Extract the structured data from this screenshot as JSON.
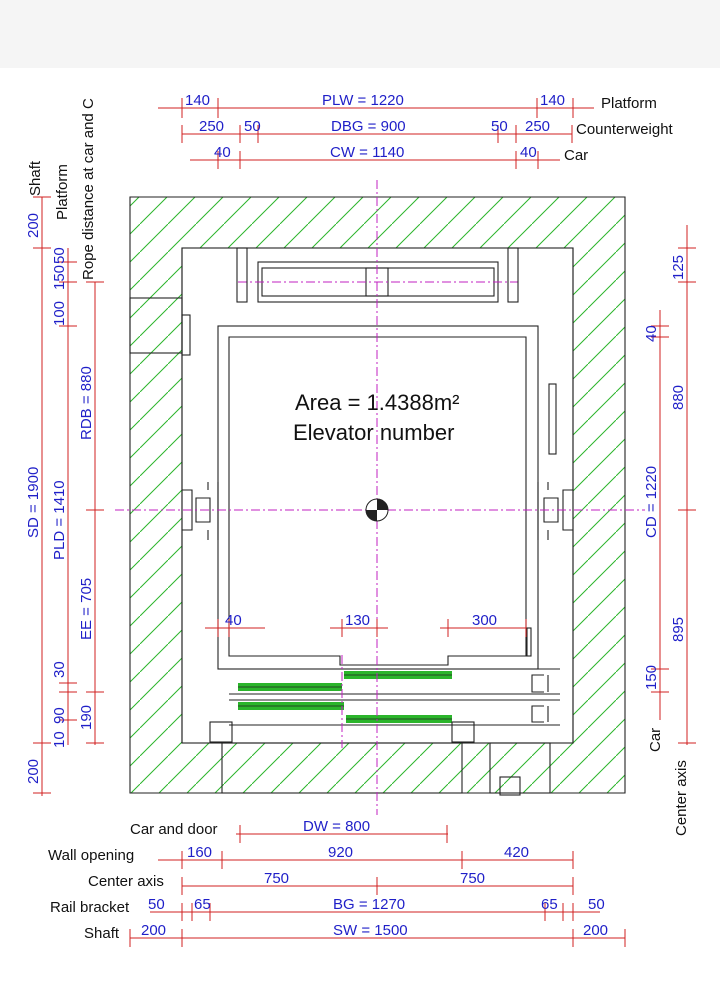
{
  "colors": {
    "dimension_text": "#1f1fc8",
    "dimension_line": "#d02020",
    "center_line": "#c020c0",
    "hatch": "#2bb52b",
    "door_panel": "#2bb52b"
  },
  "center": {
    "area": "Area = 1.4388m²",
    "elevator": "Elevator number"
  },
  "top": {
    "row1": {
      "a": "140",
      "b": "PLW = 1220",
      "c": "140",
      "label": "Platform"
    },
    "row2": {
      "a": "250",
      "b": "50",
      "c": "DBG = 900",
      "d": "50",
      "e": "250",
      "label": "Counterweight"
    },
    "row3": {
      "a": "40",
      "b": "CW = 1140",
      "c": "40",
      "label": "Car"
    }
  },
  "left": {
    "shaft_label": "Shaft",
    "platform_label": "Platform",
    "rope_label": "Rope distance at car and C",
    "sd": "SD = 1900",
    "pld": "PLD = 1410",
    "rdb": "RDB = 880",
    "ee": "EE = 705",
    "s200a": "200",
    "s200b": "200",
    "p50": "50",
    "p150": "150",
    "p100": "100",
    "p30": "30",
    "p10": "10",
    "p90": "90",
    "p190": "190"
  },
  "right": {
    "r125": "125",
    "r40": "40",
    "r880": "880",
    "cd": "CD = 1220",
    "r895": "895",
    "r150": "150",
    "car_label": "Car",
    "center_label": "Center axis"
  },
  "inner": {
    "d40": "40",
    "d130": "130",
    "d300": "300"
  },
  "bottom": {
    "car_door": {
      "label": "Car and door",
      "dw": "DW = 800"
    },
    "wall_opening": {
      "label": "Wall opening",
      "a": "160",
      "b": "920",
      "c": "420"
    },
    "center_axis": {
      "label": "Center axis",
      "a": "750",
      "b": "750"
    },
    "rail_bracket": {
      "label": "Rail bracket",
      "a": "50",
      "b": "65",
      "c": "BG = 1270",
      "d": "65",
      "e": "50"
    },
    "shaft": {
      "label": "Shaft",
      "a": "200",
      "b": "SW = 1500",
      "c": "200"
    }
  }
}
